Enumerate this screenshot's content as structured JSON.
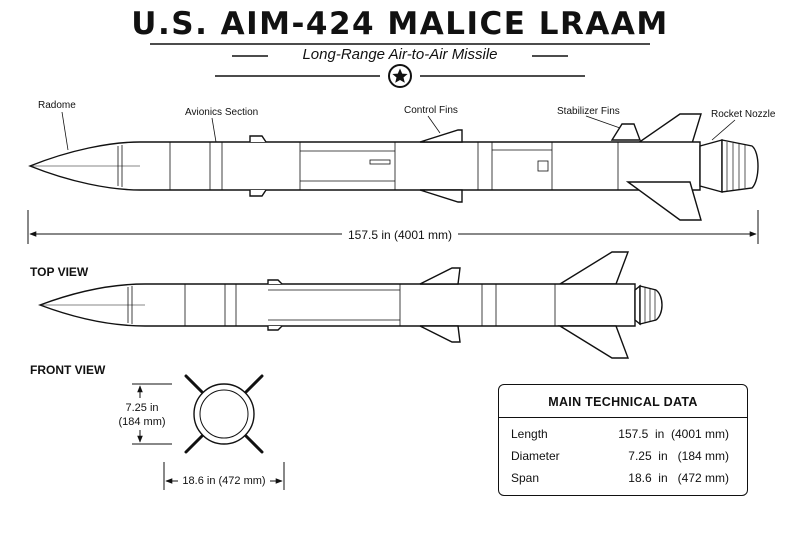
{
  "header": {
    "title": "U.S. AIM-424 MALICE LRAAM",
    "subtitle": "Long-Range Air-to-Air Missile"
  },
  "side_view": {
    "labels": {
      "radome": "Radome",
      "avionics": "Avionics Section",
      "control_fins": "Control Fins",
      "stabilizer_fins": "Stabilizer Fins",
      "rocket_nozzle": "Rocket Nozzle"
    },
    "length_dimension": "157.5 in (4001 mm)"
  },
  "top_view": {
    "label": "TOP VIEW"
  },
  "front_view": {
    "label": "FRONT VIEW",
    "diameter_line1": "7.25 in",
    "diameter_line2": "(184 mm)",
    "span_dimension": "18.6 in (472 mm)"
  },
  "specs": {
    "title": "MAIN TECHNICAL DATA",
    "rows": [
      {
        "name": "Length",
        "value": "157.5  in  (4001 mm)"
      },
      {
        "name": "Diameter",
        "value": "7.25  in   (184 mm)"
      },
      {
        "name": "Span",
        "value": "18.6  in   (472 mm)"
      }
    ]
  },
  "colors": {
    "ink": "#111111",
    "paper": "#ffffff",
    "body_fill": "#ffffff"
  },
  "icons": {
    "emblem": "star-in-circle-icon"
  }
}
